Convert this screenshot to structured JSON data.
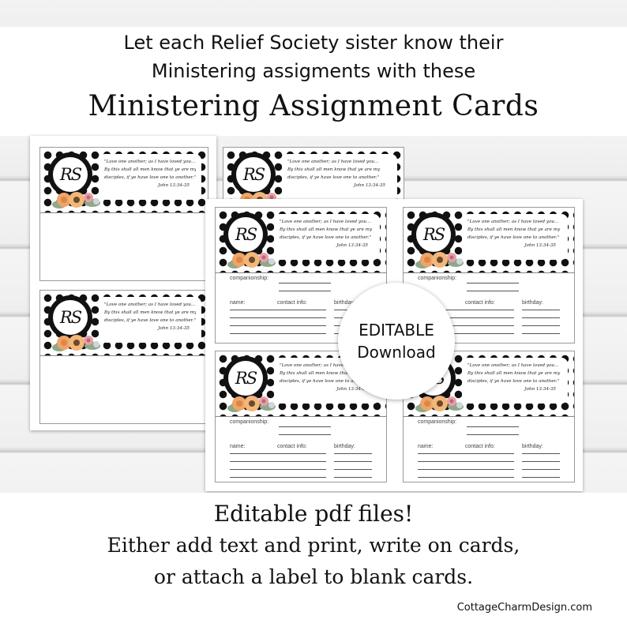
{
  "header": {
    "line1": "Let each Relief Society sister know their",
    "line2": "Ministering assigments with these",
    "title": "Ministering Assignment Cards"
  },
  "card": {
    "logo": "RS",
    "quote_lines": [
      "\"Love one another; as I have loved you...",
      "By this shall all men know that ye are my",
      "disciples, if ye have love one to another.\""
    ],
    "quote_ref": "John 13:34-35",
    "companionship_label": "companionship:",
    "name_label": "name:",
    "contact_label": "contact info:",
    "birthday_label": "birthday:"
  },
  "badge": {
    "line1": "EDITABLE",
    "line2": "Download"
  },
  "footer": {
    "line1": "Editable pdf files!",
    "line2": "Either add text and print, write on cards,",
    "line3": "or attach a label to blank cards.",
    "credit": "CottageCharmDesign.com"
  },
  "colors": {
    "dots": "#111111",
    "flower_orange": "#f0a468",
    "flower_pink": "#e8a0a8",
    "leaf_green": "#8fa88a",
    "flower_center": "#6a4a2a"
  }
}
